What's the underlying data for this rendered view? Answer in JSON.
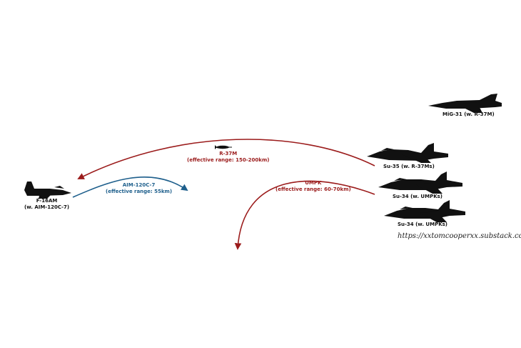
{
  "aircraft": {
    "mig31": {
      "label": "MiG-31 (w. R-37M)",
      "icon": "mig31-silhouette"
    },
    "su35": {
      "label": "Su-35 (w. R-37Ms)",
      "icon": "su35-silhouette"
    },
    "su34_a": {
      "label": "Su-34 (w. UMPKs)",
      "icon": "su34-silhouette"
    },
    "su34_b": {
      "label": "Su-34 (w. UMPKs)",
      "icon": "su34-silhouette"
    },
    "f16": {
      "label_line1": "F-16AM",
      "label_line2": "(w. AIM-120C-7)",
      "icon": "f16-silhouette"
    }
  },
  "weapons": {
    "r37m": {
      "name": "R-37M",
      "range": "(effective range: 150-200km)",
      "color": "#9b1b1b"
    },
    "umpk": {
      "name": "UMPK",
      "range": "(effective range: 60-70km)",
      "color": "#9b1b1b"
    },
    "aim120": {
      "name": "AIM-120C-7",
      "range": "(effective range: 55km)",
      "color": "#1e5f8c"
    }
  },
  "source_url": "https://xxtomcooperxx.substack.com"
}
